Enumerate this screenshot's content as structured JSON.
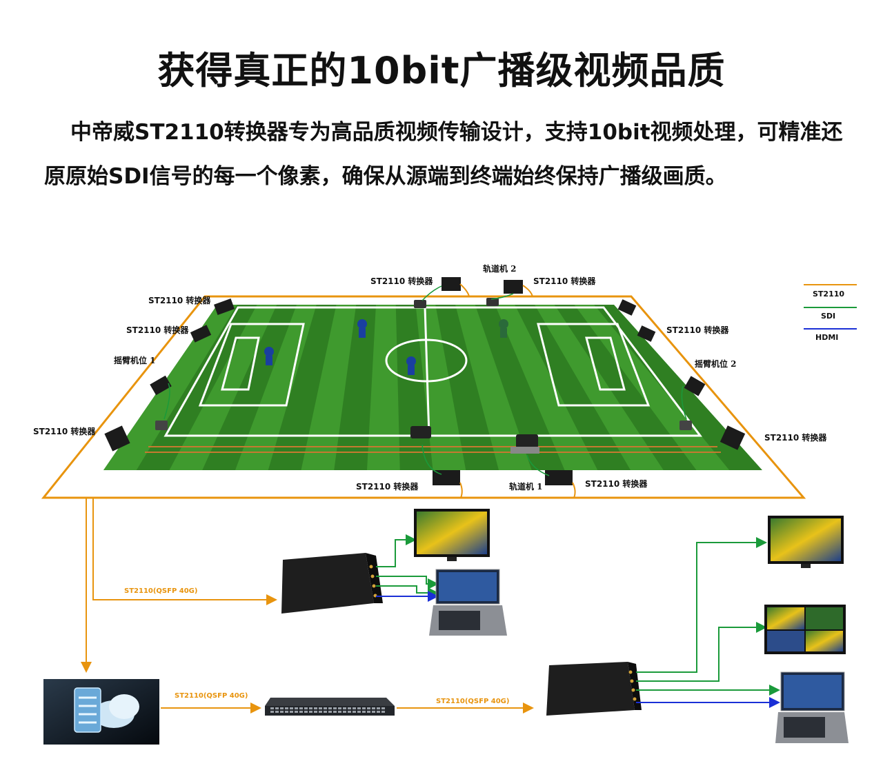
{
  "header": {
    "title": "获得真正的10bit广播级视频品质",
    "description": "中帝威ST2110转换器专为高品质视频传输设计，支持10bit视频处理，可精准还原原始SDI信号的每一个像素，确保从源端到终端始终保持广播级画质。"
  },
  "legend": {
    "st2110": "ST2110",
    "sdi": "SDI",
    "hdmi": "HDMI"
  },
  "labels": {
    "conv_top1": "ST2110 转换器",
    "track2": "轨道机 2",
    "conv_top2": "ST2110 转换器",
    "conv_left1": "ST2110 转换器",
    "conv_left2": "ST2110 转换器",
    "crane1": "摇臂机位 1",
    "conv_left3": "ST2110 转换器",
    "conv_right1": "ST2110 转换器",
    "crane2": "摇臂机位 2",
    "conv_right2": "ST2110 转换器",
    "conv_bottom1": "ST2110 转换器",
    "track1": "轨道机 1",
    "conv_bottom2": "ST2110 转换器"
  },
  "links": {
    "upper": "ST2110(QSFP 40G)",
    "left": "ST2110(QSFP 40G)",
    "right": "ST2110(QSFP 40G)"
  },
  "colors": {
    "st2110": "#e8940e",
    "sdi": "#1a9a3a",
    "hdmi": "#1a2fd6",
    "grass_light": "#3f9a2e",
    "grass_dark": "#2f7f22"
  }
}
